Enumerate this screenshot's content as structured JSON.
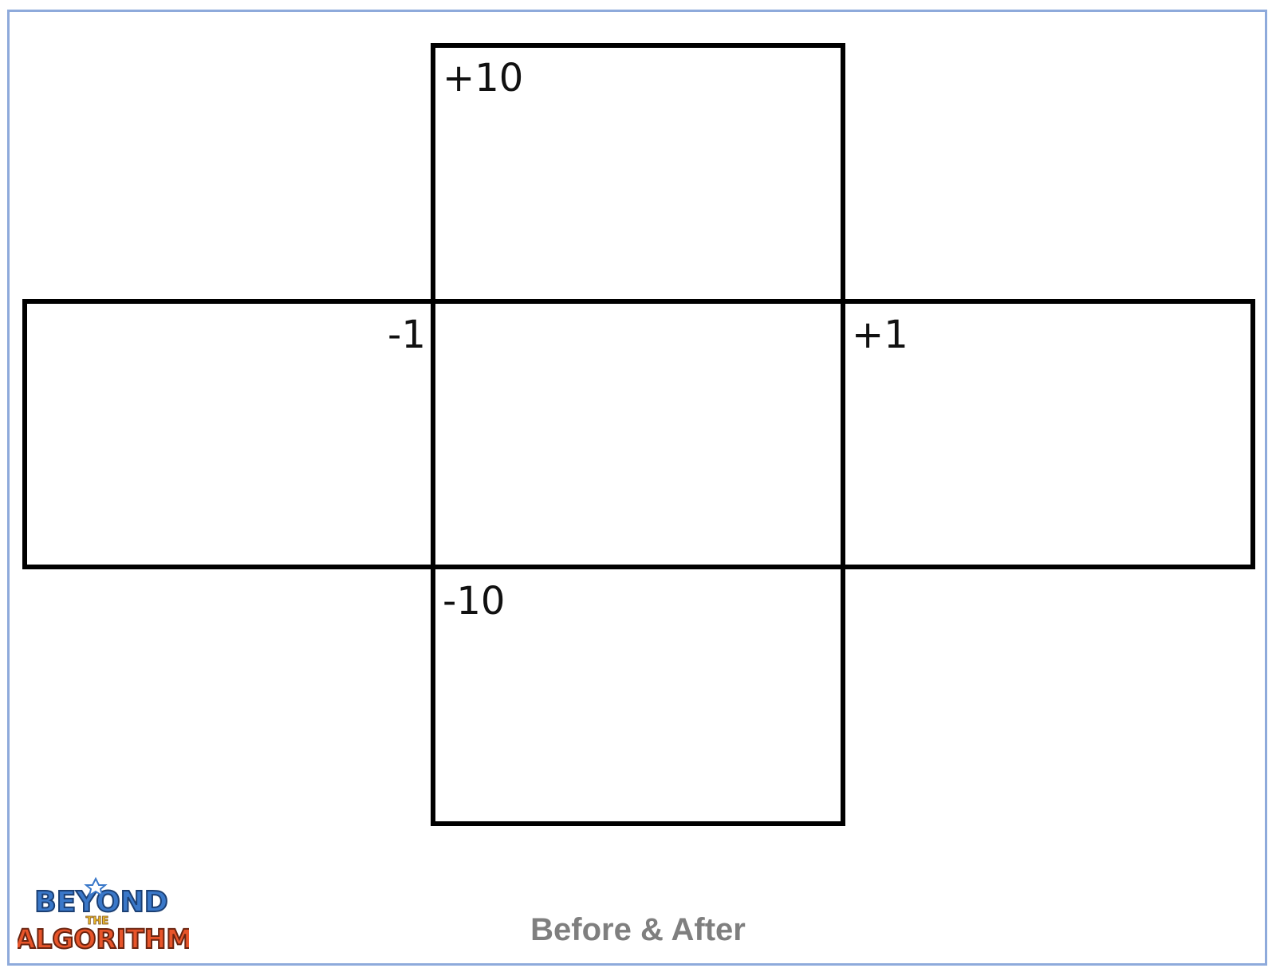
{
  "labels": {
    "top": "+10",
    "left": "-1",
    "right": "+1",
    "bottom": "-10"
  },
  "footer": {
    "title": "Before & After"
  },
  "logo": {
    "line1": "BEYOND",
    "line2": "THE",
    "line3": "ALGORITHM"
  },
  "colors": {
    "frame": "#8eaadb",
    "lines": "#000000",
    "footer_text": "#7f7f7f",
    "logo_blue": "#3a78c9",
    "logo_orange": "#e8552a"
  }
}
